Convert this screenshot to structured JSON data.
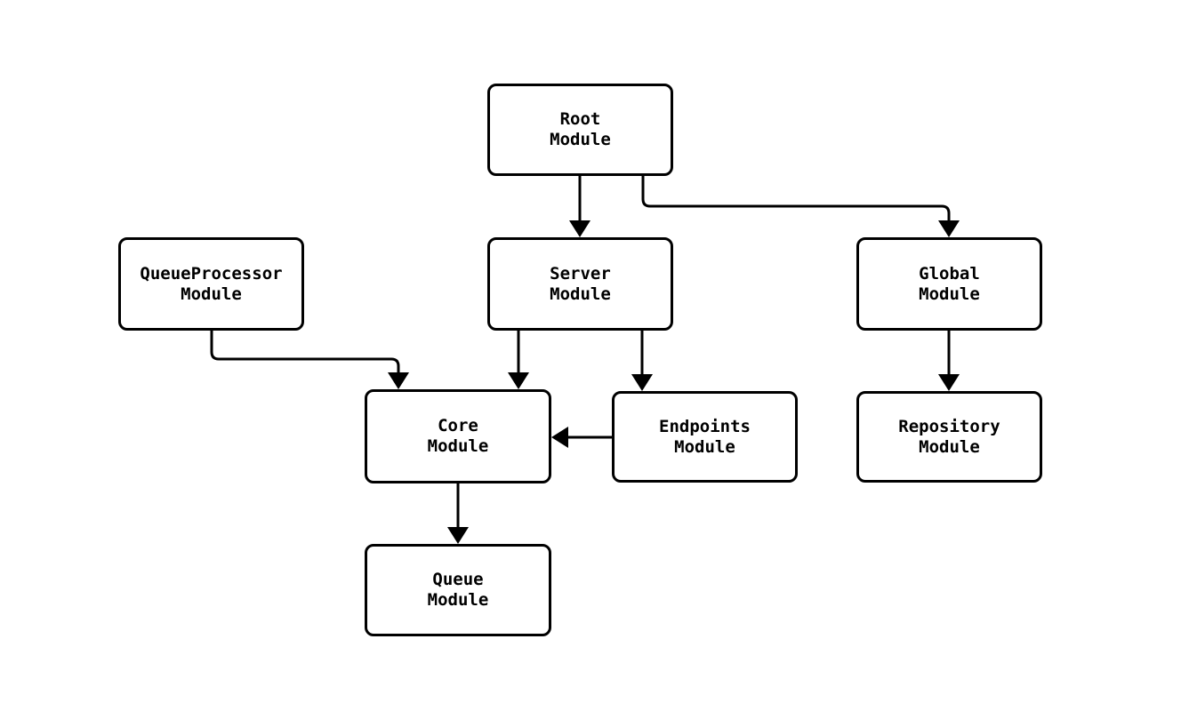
{
  "diagram": {
    "type": "flowchart",
    "background_color": "#ffffff",
    "node_fill_color": "#ffffff",
    "node_border_color": "#000000",
    "edge_color": "#000000",
    "text_color": "#000000",
    "nodes": [
      {
        "id": "root",
        "label": "Root\nModule"
      },
      {
        "id": "queueprocessor",
        "label": "QueueProcessor\nModule"
      },
      {
        "id": "server",
        "label": "Server\nModule"
      },
      {
        "id": "global",
        "label": "Global\nModule"
      },
      {
        "id": "core",
        "label": "Core\nModule"
      },
      {
        "id": "endpoints",
        "label": "Endpoints\nModule"
      },
      {
        "id": "repository",
        "label": "Repository\nModule"
      },
      {
        "id": "queue",
        "label": "Queue\nModule"
      }
    ],
    "edges": [
      {
        "from": "Root Module",
        "to": "Server Module"
      },
      {
        "from": "Root Module",
        "to": "Global Module"
      },
      {
        "from": "Server Module",
        "to": "Core Module"
      },
      {
        "from": "Server Module",
        "to": "Endpoints Module"
      },
      {
        "from": "QueueProcessor Module",
        "to": "Core Module"
      },
      {
        "from": "Endpoints Module",
        "to": "Core Module"
      },
      {
        "from": "Global Module",
        "to": "Repository Module"
      },
      {
        "from": "Core Module",
        "to": "Queue Module"
      }
    ]
  }
}
